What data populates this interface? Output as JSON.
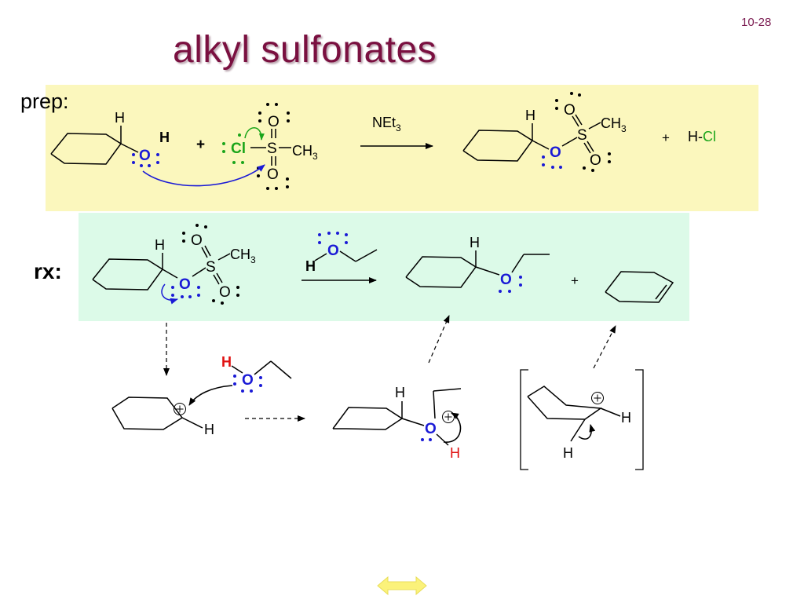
{
  "slide": {
    "number": "10-28",
    "title": "alkyl sulfonates"
  },
  "section_labels": {
    "prep": "prep:",
    "rx": "rx:"
  },
  "atoms": {
    "H": "H",
    "O": "O",
    "S": "S",
    "Cl": "Cl",
    "plus": "+"
  },
  "groups": {
    "ch3": "CH",
    "ch3_sub": "3",
    "neth": "NEt",
    "neth_sub": "3",
    "hcl_h": "H-",
    "hcl_cl": "Cl"
  },
  "colors": {
    "title": "#7a1040",
    "prep_panel": "#fbf7bd",
    "rx_panel": "#dcfae8",
    "oxygen_lone_pairs": "#1a1ad6",
    "chlorine": "#1aa51a",
    "proton": "#e01010",
    "nav_arrow": "#fbf27a"
  },
  "icons": {
    "nav": "double-arrow-icon",
    "charge": "plus-in-circle-icon"
  }
}
